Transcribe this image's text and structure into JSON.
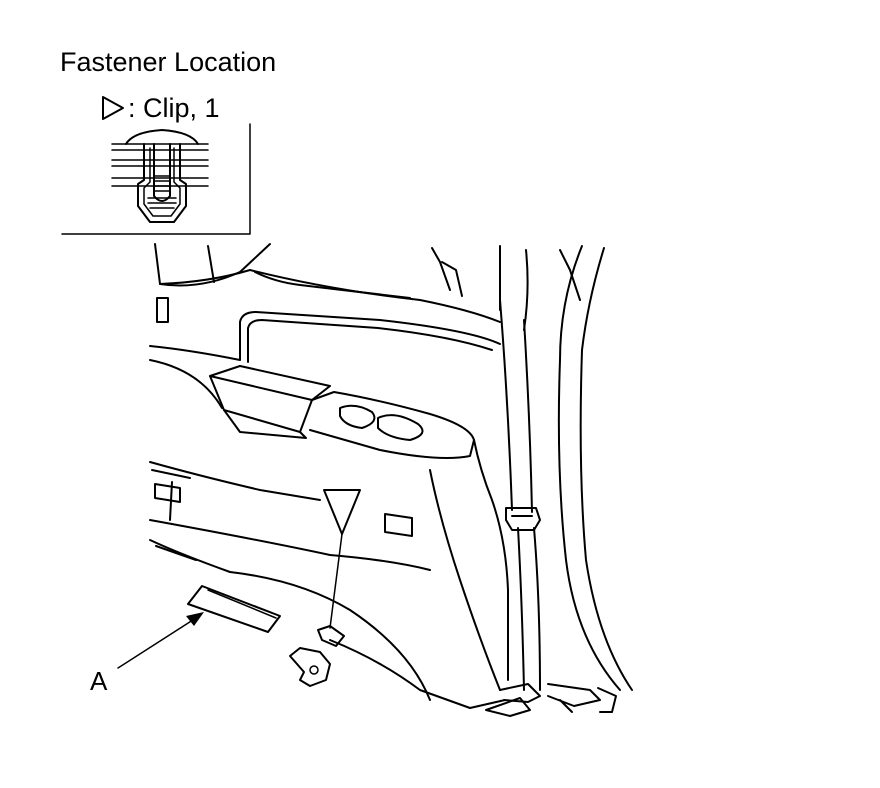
{
  "header": {
    "title": "Fastener Location"
  },
  "legend": {
    "symbol_icon": "triangle-right-outline-icon",
    "text": ": Clip, 1"
  },
  "callouts": {
    "part_label": "A"
  },
  "colors": {
    "ink": "#000000",
    "paper": "#ffffff"
  }
}
